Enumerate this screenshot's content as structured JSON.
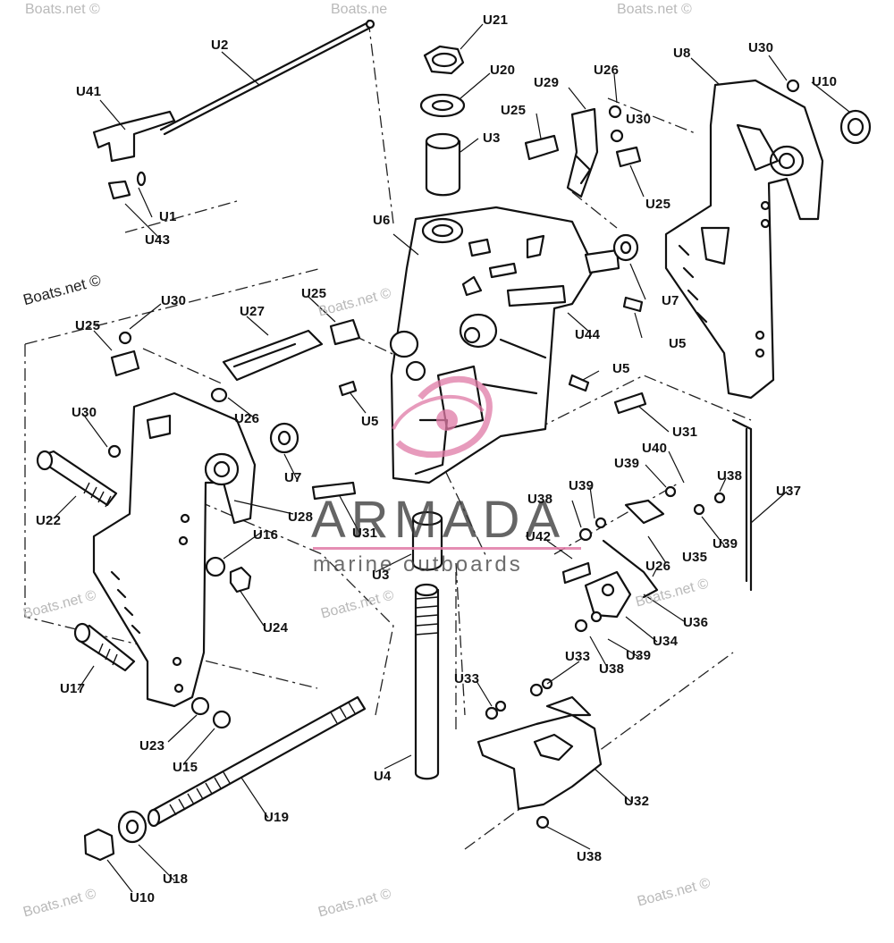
{
  "diagram": {
    "callouts": [
      {
        "id": "U21",
        "text": "U21"
      },
      {
        "id": "U20",
        "text": "U20"
      },
      {
        "id": "U3a",
        "text": "U3"
      },
      {
        "id": "U2",
        "text": "U2"
      },
      {
        "id": "U41",
        "text": "U41"
      },
      {
        "id": "U1",
        "text": "U1"
      },
      {
        "id": "U43",
        "text": "U43"
      },
      {
        "id": "U6",
        "text": "U6"
      },
      {
        "id": "U29",
        "text": "U29"
      },
      {
        "id": "U26a",
        "text": "U26"
      },
      {
        "id": "U25a",
        "text": "U25"
      },
      {
        "id": "U30a",
        "text": "U30"
      },
      {
        "id": "U25b",
        "text": "U25"
      },
      {
        "id": "U8",
        "text": "U8"
      },
      {
        "id": "U30b",
        "text": "U30"
      },
      {
        "id": "U10a",
        "text": "U10"
      },
      {
        "id": "U7a",
        "text": "U7"
      },
      {
        "id": "U5a",
        "text": "U5"
      },
      {
        "id": "U44",
        "text": "U44"
      },
      {
        "id": "U30c",
        "text": "U30"
      },
      {
        "id": "U25c",
        "text": "U25"
      },
      {
        "id": "U25d",
        "text": "U25"
      },
      {
        "id": "U27",
        "text": "U27"
      },
      {
        "id": "U5b",
        "text": "U5"
      },
      {
        "id": "U5c",
        "text": "U5"
      },
      {
        "id": "U31a",
        "text": "U31"
      },
      {
        "id": "U26b",
        "text": "U26"
      },
      {
        "id": "U30d",
        "text": "U30"
      },
      {
        "id": "U7b",
        "text": "U7"
      },
      {
        "id": "U28",
        "text": "U28"
      },
      {
        "id": "U22",
        "text": "U22"
      },
      {
        "id": "U31b",
        "text": "U31"
      },
      {
        "id": "U16",
        "text": "U16"
      },
      {
        "id": "U3b",
        "text": "U3"
      },
      {
        "id": "U24",
        "text": "U24"
      },
      {
        "id": "U40",
        "text": "U40"
      },
      {
        "id": "U39a",
        "text": "U39"
      },
      {
        "id": "U39b",
        "text": "U39"
      },
      {
        "id": "U38a",
        "text": "U38"
      },
      {
        "id": "U37",
        "text": "U37"
      },
      {
        "id": "U38b",
        "text": "U38"
      },
      {
        "id": "U42",
        "text": "U42"
      },
      {
        "id": "U39c",
        "text": "U39"
      },
      {
        "id": "U35",
        "text": "U35"
      },
      {
        "id": "U26c",
        "text": "U26"
      },
      {
        "id": "U36",
        "text": "U36"
      },
      {
        "id": "U34",
        "text": "U34"
      },
      {
        "id": "U39d",
        "text": "U39"
      },
      {
        "id": "U38c",
        "text": "U38"
      },
      {
        "id": "U17",
        "text": "U17"
      },
      {
        "id": "U33a",
        "text": "U33"
      },
      {
        "id": "U33b",
        "text": "U33"
      },
      {
        "id": "U23",
        "text": "U23"
      },
      {
        "id": "U15",
        "text": "U15"
      },
      {
        "id": "U4",
        "text": "U4"
      },
      {
        "id": "U32",
        "text": "U32"
      },
      {
        "id": "U19",
        "text": "U19"
      },
      {
        "id": "U38d",
        "text": "U38"
      },
      {
        "id": "U18",
        "text": "U18"
      },
      {
        "id": "U10b",
        "text": "U10"
      }
    ]
  },
  "watermark": {
    "site": "Boats.net ©",
    "site_short": "Boats.ne",
    "brand_name": "ARMADA",
    "brand_tagline": "marine outboards",
    "brand_color": "#e07aa6"
  }
}
